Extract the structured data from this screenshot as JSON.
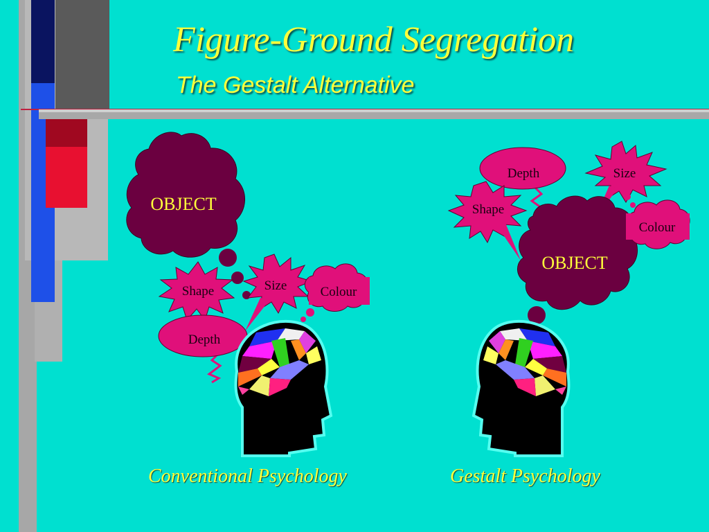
{
  "slide": {
    "title": "Figure-Ground Segregation",
    "subtitle": "The Gestalt Alternative"
  },
  "left_panel": {
    "object_label": "OBJECT",
    "shape_label": "Shape",
    "size_label": "Size",
    "colour_label": "Colour",
    "depth_label": "Depth",
    "caption": "Conventional  Psychology"
  },
  "right_panel": {
    "object_label": "OBJECT",
    "shape_label": "Shape",
    "size_label": "Size",
    "colour_label": "Colour",
    "depth_label": "Depth",
    "caption": "Gestalt  Psychology"
  },
  "colors": {
    "background": "#00e0d0",
    "title": "#ffff3a",
    "object_cloud": "#6b0040",
    "attribute_bubble": "#e0107a"
  }
}
